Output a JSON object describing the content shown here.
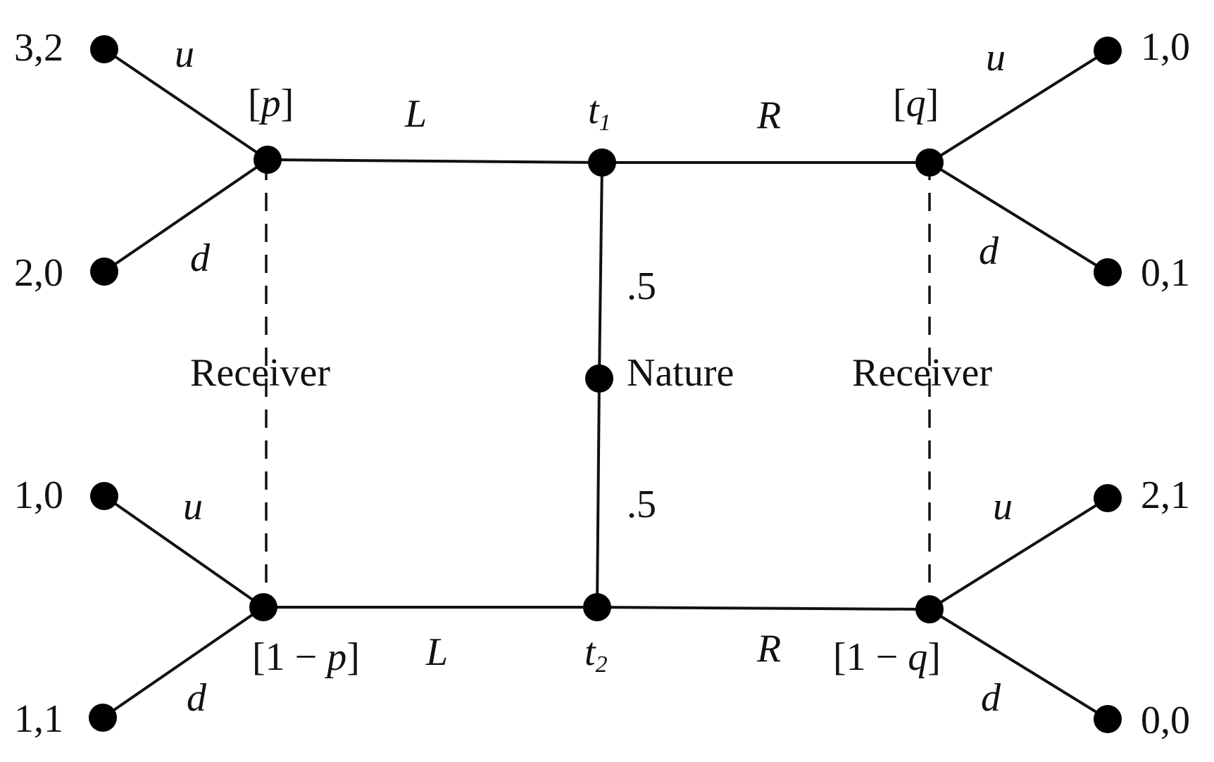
{
  "player_labels": {
    "receiver_left": "Receiver",
    "receiver_right": "Receiver",
    "nature": "Nature"
  },
  "types": {
    "t1": {
      "base": "t",
      "sub": "1"
    },
    "t2": {
      "base": "t",
      "sub": "2"
    }
  },
  "probabilities": {
    "top": ".5",
    "bottom": ".5"
  },
  "beliefs": {
    "top_left": {
      "open": "[",
      "var": "p",
      "close": "]"
    },
    "top_right": {
      "open": "[",
      "var": "q",
      "close": "]"
    },
    "bottom_left": {
      "open": "[1 − ",
      "var": "p",
      "close": "]"
    },
    "bottom_right": {
      "open": "[1 − ",
      "var": "q",
      "close": "]"
    }
  },
  "actions": {
    "sender": {
      "left": "L",
      "right": "R"
    },
    "receiver": {
      "up": "u",
      "down": "d"
    }
  },
  "payoffs": {
    "top_left_u": "3,2",
    "top_left_d": "2,0",
    "bottom_left_u": "1,0",
    "bottom_left_d": "1,1",
    "top_right_u": "1,0",
    "top_right_d": "0,1",
    "bottom_right_u": "2,1",
    "bottom_right_d": "0,0"
  }
}
